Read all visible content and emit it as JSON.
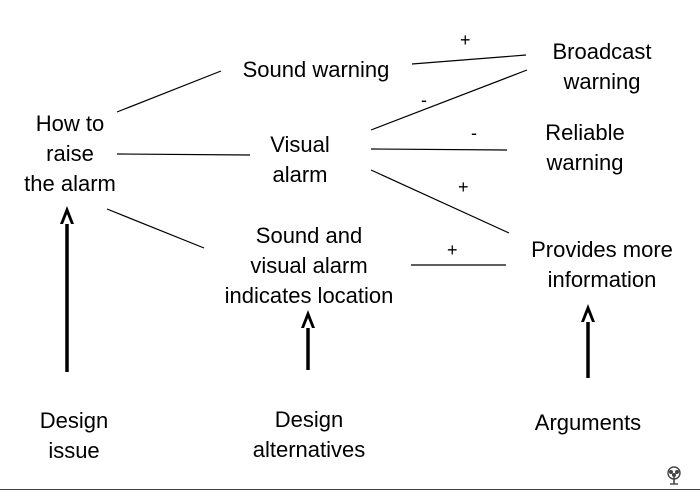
{
  "diagram": {
    "nodes": {
      "issue": {
        "lines": [
          "How to",
          "raise",
          "the alarm"
        ]
      },
      "alt_sound": {
        "lines": [
          "Sound warning"
        ]
      },
      "alt_visual": {
        "lines": [
          "Visual",
          "alarm"
        ]
      },
      "alt_combined": {
        "lines": [
          "Sound and",
          "visual alarm",
          "indicates location"
        ]
      },
      "arg_broadcast": {
        "lines": [
          "Broadcast",
          "warning"
        ]
      },
      "arg_reliable": {
        "lines": [
          "Reliable",
          "warning"
        ]
      },
      "arg_info": {
        "lines": [
          "Provides more",
          "information"
        ]
      }
    },
    "links": [
      {
        "from": "alt_sound",
        "to": "arg_broadcast",
        "sign": "+"
      },
      {
        "from": "alt_visual",
        "to": "arg_broadcast",
        "sign": "-"
      },
      {
        "from": "alt_visual",
        "to": "arg_reliable",
        "sign": "-"
      },
      {
        "from": "alt_visual",
        "to": "arg_info",
        "sign": "+"
      },
      {
        "from": "alt_combined",
        "to": "arg_info",
        "sign": "+"
      }
    ],
    "legend": {
      "issue": {
        "lines": [
          "Design",
          "issue"
        ]
      },
      "alternatives": {
        "lines": [
          "Design",
          "alternatives"
        ]
      },
      "arguments": {
        "lines": [
          "Arguments"
        ]
      }
    },
    "colors": {
      "ink": "#000000",
      "background": "#ffffff"
    },
    "footer_icon": "tree-logo-icon"
  }
}
